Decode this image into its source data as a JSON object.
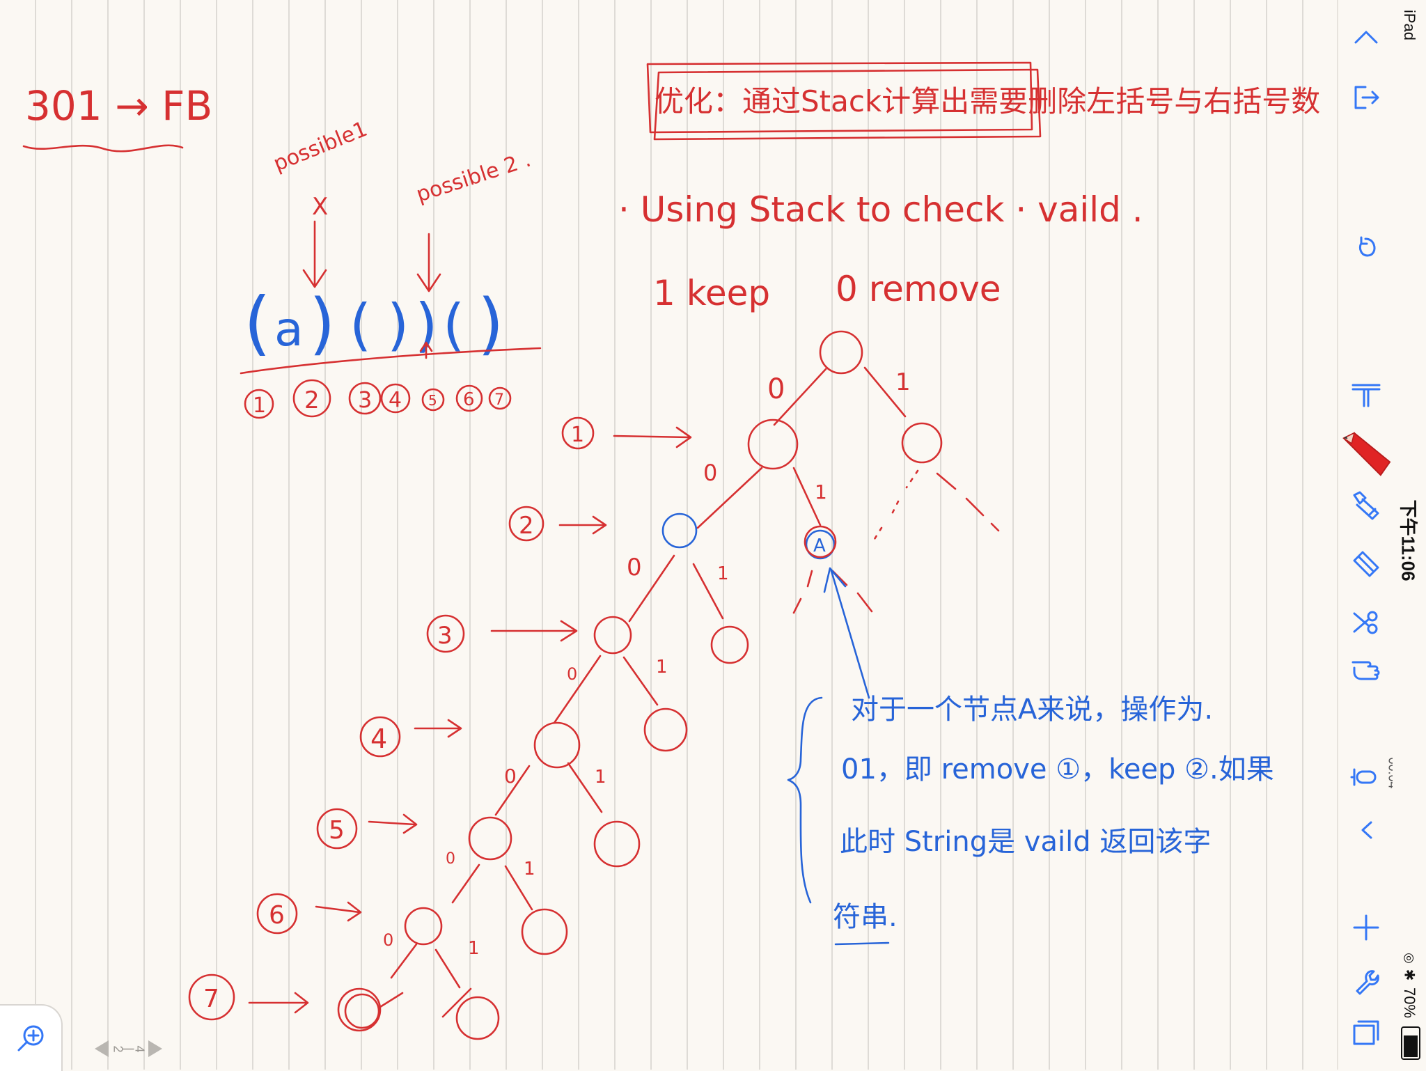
{
  "notes": {
    "title": "301 → FB",
    "optimization_box": "优化：通过Stack计算出需要删除左括号与右括号数",
    "possible1_label": "possible1",
    "possible2_label": "possible 2 .",
    "marker_x": "X",
    "expression_chars": [
      "(",
      "a",
      ")",
      "(",
      ")",
      ")",
      "(",
      ")"
    ],
    "index_labels": [
      "1",
      "2",
      "3",
      "4",
      "5",
      "6",
      "7"
    ],
    "using_stack_line": "· Using Stack to check · vaild .",
    "legend_keep": "1 keep",
    "legend_remove": "0 remove",
    "level_labels": [
      "1",
      "2",
      "3",
      "4",
      "5",
      "6",
      "7"
    ],
    "node_a_label": "A",
    "edge_zero": "0",
    "edge_one": "1",
    "comment_lines": [
      "对于一个节点A来说，操作为.",
      "01，即 remove ①，keep ②.如果",
      "此时 String是 vaild 返回该字",
      "符串."
    ]
  },
  "sidebar": {
    "tools": [
      {
        "name": "collapse-up",
        "icon": "chevron-up-icon"
      },
      {
        "name": "export",
        "icon": "export-icon"
      },
      {
        "name": "undo",
        "icon": "undo-icon"
      },
      {
        "name": "text",
        "icon": "text-tool-icon"
      },
      {
        "name": "pencil",
        "icon": "pencil-icon",
        "color": "#e02424",
        "active": true
      },
      {
        "name": "highlighter",
        "icon": "highlighter-icon"
      },
      {
        "name": "eraser",
        "icon": "eraser-icon"
      },
      {
        "name": "scissors",
        "icon": "scissors-icon"
      },
      {
        "name": "pointer",
        "icon": "hand-pointer-icon"
      },
      {
        "name": "microphone",
        "icon": "microphone-icon"
      },
      {
        "name": "collapse-left",
        "icon": "chevron-left-icon"
      },
      {
        "name": "add",
        "icon": "plus-icon"
      },
      {
        "name": "settings",
        "icon": "wrench-icon"
      },
      {
        "name": "pages",
        "icon": "pages-icon"
      }
    ],
    "recording_time": "00:04"
  },
  "status_bar": {
    "device": "iPad",
    "time": "下午11:06",
    "battery": "70%",
    "battery_level": 0.7
  },
  "footer": {
    "page_current": "2",
    "page_total": "4"
  },
  "colors": {
    "ink_red": "#d63031",
    "ink_blue": "#2764d8",
    "tool_blue": "#3477f6"
  }
}
